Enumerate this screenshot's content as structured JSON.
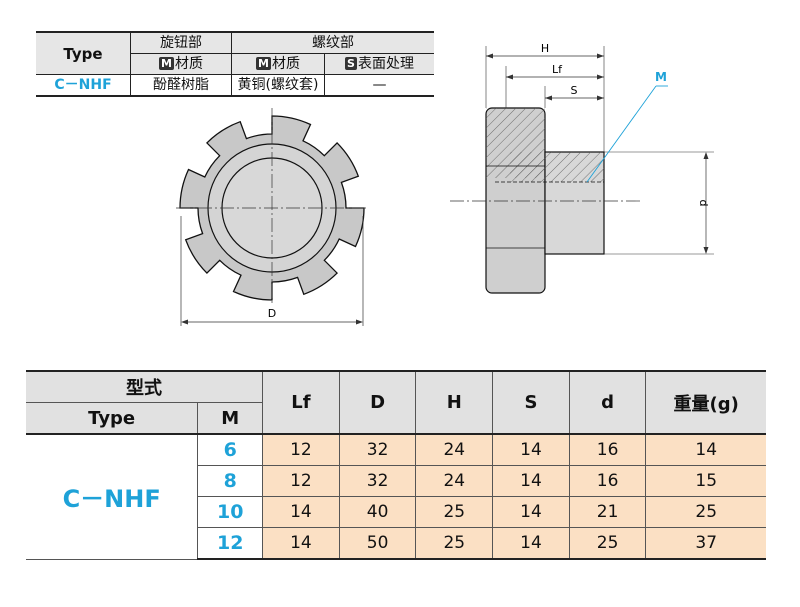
{
  "material_table": {
    "type_header": "Type",
    "knob_header": "旋钮部",
    "thread_header": "螺纹部",
    "material_label": "材质",
    "material_badge": "M",
    "surface_badge": "S",
    "surface_label": "表面处理",
    "model": "C－NHF",
    "knob_material": "酚醛树脂",
    "thread_material": "黄铜(螺纹套)",
    "surface_treatment": "—"
  },
  "drawing": {
    "front_label_D": "D",
    "side_label_H": "H",
    "side_label_Lf": "Lf",
    "side_label_S": "S",
    "side_label_M": "M",
    "side_label_d": "d"
  },
  "spec_table": {
    "model_header_cn": "型式",
    "type_header": "Type",
    "m_header": "M",
    "col_headers": [
      "Lf",
      "D",
      "H",
      "S",
      "d",
      "重量(g)"
    ],
    "model": "C－NHF",
    "rows": [
      {
        "m": "6",
        "vals": [
          "12",
          "32",
          "24",
          "14",
          "16",
          "14"
        ]
      },
      {
        "m": "8",
        "vals": [
          "12",
          "32",
          "24",
          "14",
          "16",
          "15"
        ]
      },
      {
        "m": "10",
        "vals": [
          "14",
          "40",
          "25",
          "14",
          "21",
          "25"
        ]
      },
      {
        "m": "12",
        "vals": [
          "14",
          "50",
          "25",
          "14",
          "25",
          "37"
        ]
      }
    ]
  },
  "colors": {
    "accent": "#1ea2d8",
    "value_bg": "#fbe0c4",
    "header_bg": "#e1e1e1"
  }
}
